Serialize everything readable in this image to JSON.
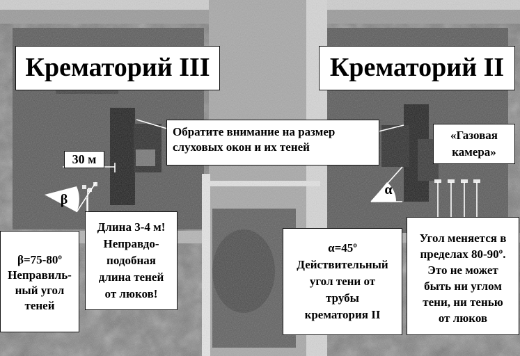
{
  "labels": {
    "title_left": "Крематорий III",
    "title_right": "Крематорий II",
    "scale": "30 м",
    "windows_note": "Обратите внимание на размер слуховых окон и их теней",
    "gas_chamber": "«Газовая камера»",
    "beta_symbol": "β",
    "alpha_symbol": "α",
    "beta_note": {
      "line1": "β=75-80º",
      "line2": "Неправиль-",
      "line3": "ный угол",
      "line4": "теней"
    },
    "length_note": {
      "line1": "Длина 3-4 м!",
      "line2": "Неправдо-",
      "line3": "подобная",
      "line4": "длина теней",
      "line5": "от люков!"
    },
    "alpha_note": {
      "line1": "α=45º",
      "line2": "Действительный",
      "line3": "угол тени от",
      "line4": "трубы",
      "line5": "крематория II"
    },
    "angle_note": {
      "line1": "Угол меняется в",
      "line2": "пределах 80-90º.",
      "line3": "Это не может",
      "line4": "быть ни углом",
      "line5": "тени, ни тенью",
      "line6": "от люков"
    }
  },
  "colors": {
    "box_bg": "#ffffff",
    "text": "#000000"
  }
}
